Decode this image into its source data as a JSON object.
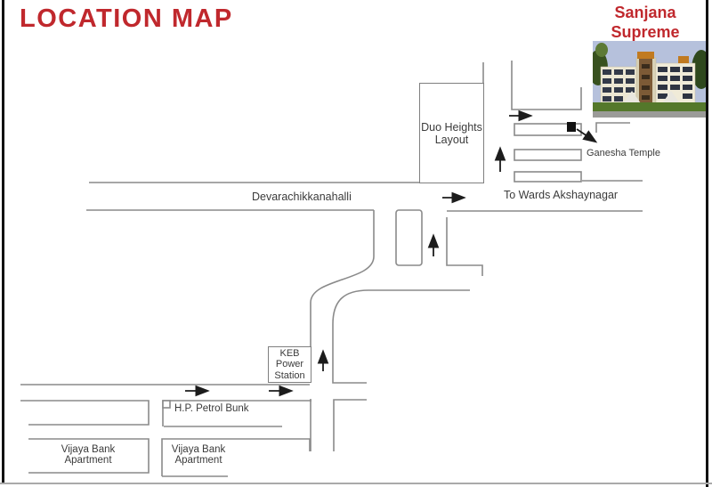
{
  "page": {
    "title": "LOCATION MAP"
  },
  "brand": {
    "name": "Sanjana\nSupreme"
  },
  "map": {
    "places": {
      "duo_heights": "Duo Heights\nLayout",
      "ganesha_temple": "Ganesha Temple",
      "keb_power_station": "KEB\nPower\nStation",
      "hp_petrol_bunk": "H.P. Petrol Bunk",
      "vijaya_bank_apartment_1": "Vijaya Bank\nApartment",
      "vijaya_bank_apartment_2": "Vijaya Bank\nApartment"
    },
    "roads": {
      "devarachikkanahalli": "Devarachikkanahalli",
      "towards_akshaynagar": "To Wards Akshaynagar"
    }
  },
  "colors": {
    "accent_red": "#c0282d",
    "map_line": "#8a8a8a",
    "arrow_black": "#1c1c1c",
    "temple_marker": "#111111",
    "text_gray": "#3b3b3b"
  }
}
